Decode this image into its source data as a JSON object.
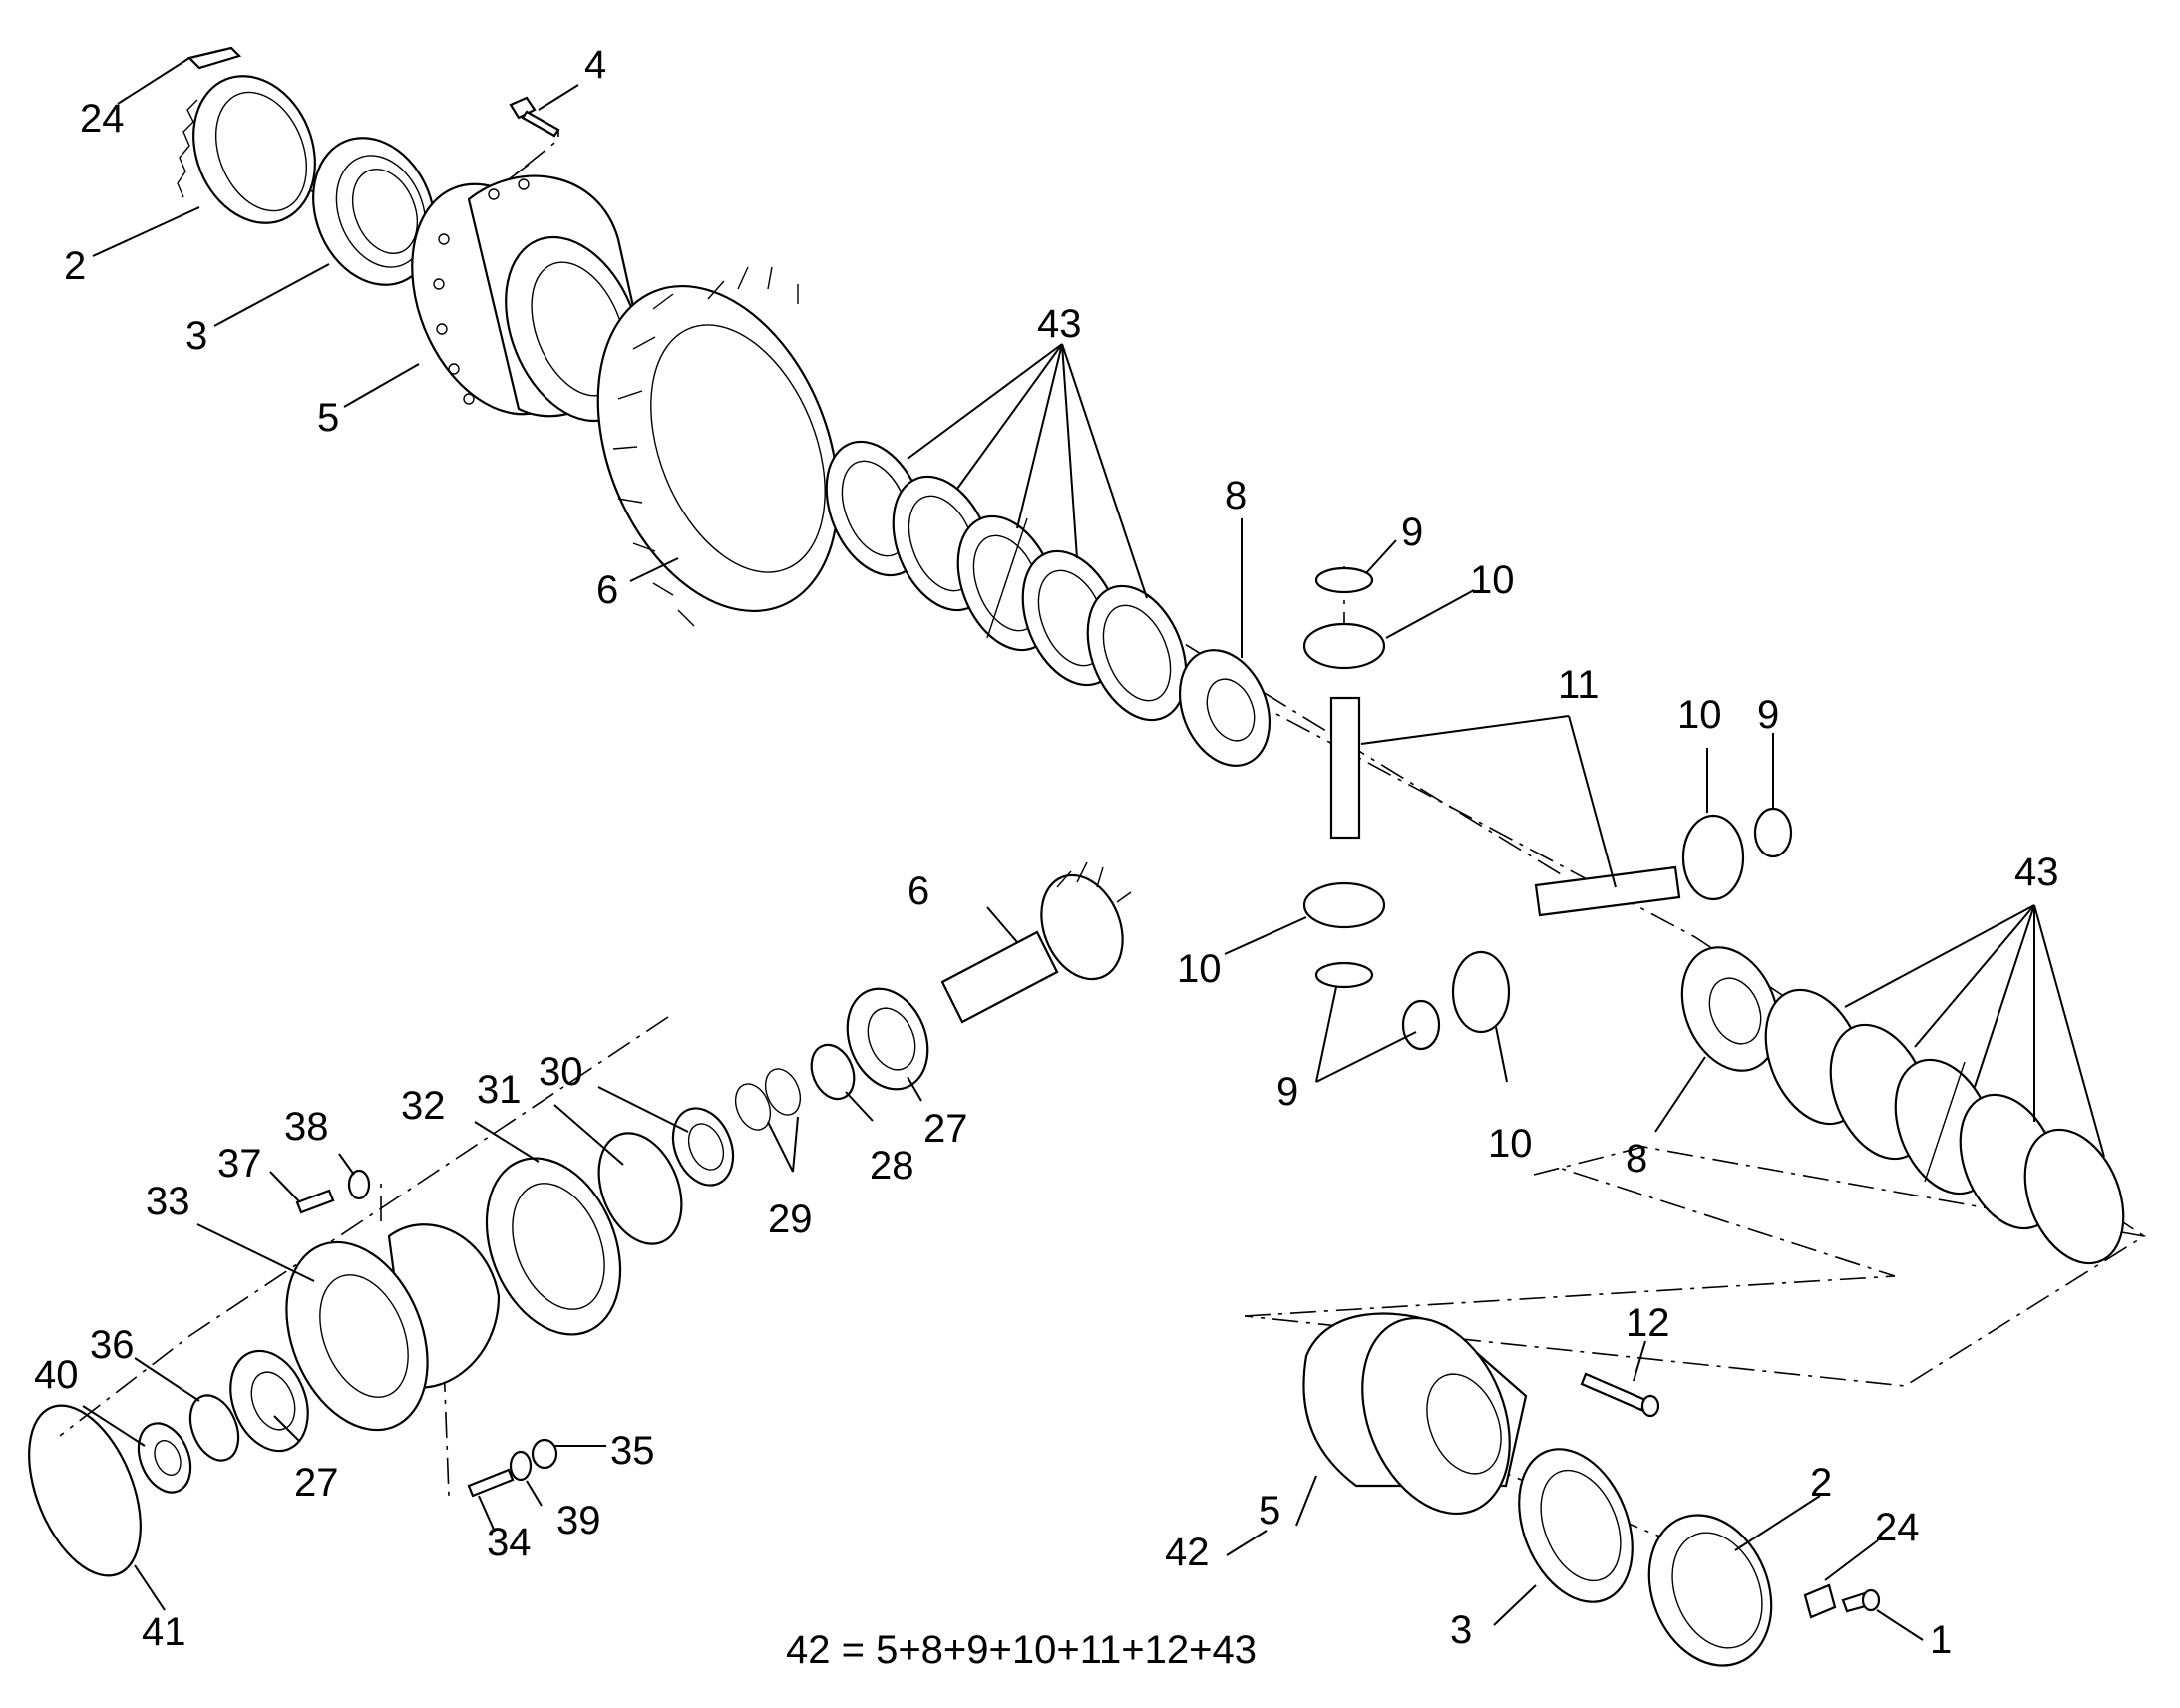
{
  "callouts": [
    {
      "id": "c24a",
      "text": "24"
    },
    {
      "id": "c2a",
      "text": "2"
    },
    {
      "id": "c3a",
      "text": "3"
    },
    {
      "id": "c5a",
      "text": "5"
    },
    {
      "id": "c4",
      "text": "4"
    },
    {
      "id": "c6a",
      "text": "6"
    },
    {
      "id": "c43a",
      "text": "43"
    },
    {
      "id": "c8a",
      "text": "8"
    },
    {
      "id": "c9a",
      "text": "9"
    },
    {
      "id": "c10a",
      "text": "10"
    },
    {
      "id": "c11",
      "text": "11"
    },
    {
      "id": "c10b",
      "text": "10"
    },
    {
      "id": "c9b",
      "text": "9"
    },
    {
      "id": "c43b",
      "text": "43"
    },
    {
      "id": "c10c",
      "text": "10"
    },
    {
      "id": "c9c",
      "text": "9"
    },
    {
      "id": "c10d",
      "text": "10"
    },
    {
      "id": "c8b",
      "text": "8"
    },
    {
      "id": "c6b",
      "text": "6"
    },
    {
      "id": "c30",
      "text": "30"
    },
    {
      "id": "c31",
      "text": "31"
    },
    {
      "id": "c32",
      "text": "32"
    },
    {
      "id": "c27a",
      "text": "27"
    },
    {
      "id": "c28",
      "text": "28"
    },
    {
      "id": "c29",
      "text": "29"
    },
    {
      "id": "c38",
      "text": "38"
    },
    {
      "id": "c37",
      "text": "37"
    },
    {
      "id": "c33",
      "text": "33"
    },
    {
      "id": "c36",
      "text": "36"
    },
    {
      "id": "c40",
      "text": "40"
    },
    {
      "id": "c27b",
      "text": "27"
    },
    {
      "id": "c35",
      "text": "35"
    },
    {
      "id": "c39",
      "text": "39"
    },
    {
      "id": "c34",
      "text": "34"
    },
    {
      "id": "c41",
      "text": "41"
    },
    {
      "id": "c12",
      "text": "12"
    },
    {
      "id": "c2b",
      "text": "2"
    },
    {
      "id": "c24b",
      "text": "24"
    },
    {
      "id": "c1",
      "text": "1"
    },
    {
      "id": "c42",
      "text": "42"
    },
    {
      "id": "c5b",
      "text": "5"
    },
    {
      "id": "c3b",
      "text": "3"
    }
  ],
  "formula": "42 = 5+8+9+10+11+12+43"
}
